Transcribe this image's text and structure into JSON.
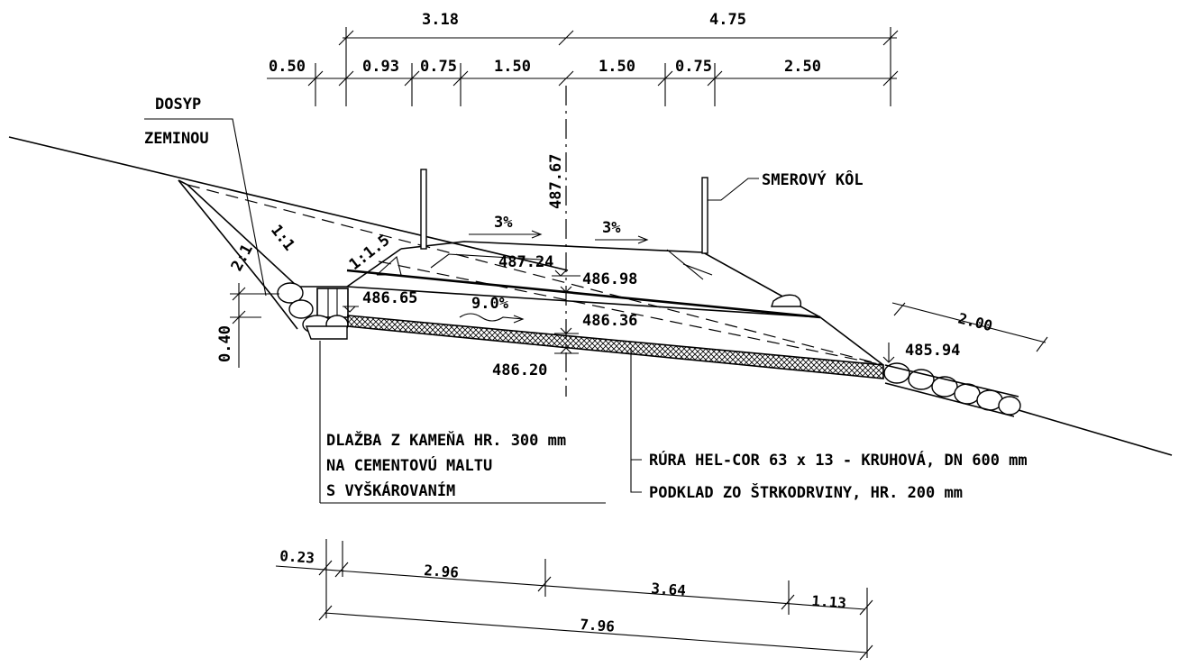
{
  "top_dimensions": {
    "left_total": "3.18",
    "right_total": "4.75",
    "segments": [
      "0.50",
      "0.93",
      "0.75",
      "1.50",
      "1.50",
      "0.75",
      "2.50"
    ]
  },
  "labels": {
    "fill_line1": "DOSYP",
    "fill_line2": "ZEMINOU",
    "marker_post": "SMEROVÝ KÔL",
    "paving_line1": "DLAŽBA Z KAMEŇA HR. 300 mm",
    "paving_line2": "NA CEMENTOVÚ MALTU",
    "paving_line3": "S VYŠKÁROVANÍM",
    "pipe": "RÚRA HEL-COR 63 x 13 - KRUHOVÁ, DN 600 mm",
    "base": "PODKLAD ZO ŠTRKODRVINY, HR. 200 mm"
  },
  "elevations": {
    "axis": "487.67",
    "top_road": "487.24",
    "subgrade": "486.98",
    "inlet_left": "486.65",
    "pipe_top": "486.36",
    "pipe_bottom": "486.20",
    "outlet": "485.94"
  },
  "slopes": {
    "embankment_steep": "1:1",
    "ditch_side": "2:1",
    "road_side": "1:1.5",
    "crossfall_left": "3%",
    "crossfall_right": "3%",
    "pipe_grade": "9.0%"
  },
  "left_height_dim": "0.40",
  "outlet_apron_dim": "2.00",
  "bottom_dimensions": {
    "segments": [
      "0.23",
      "2.96",
      "3.64",
      "1.13"
    ],
    "total": "7.96"
  }
}
